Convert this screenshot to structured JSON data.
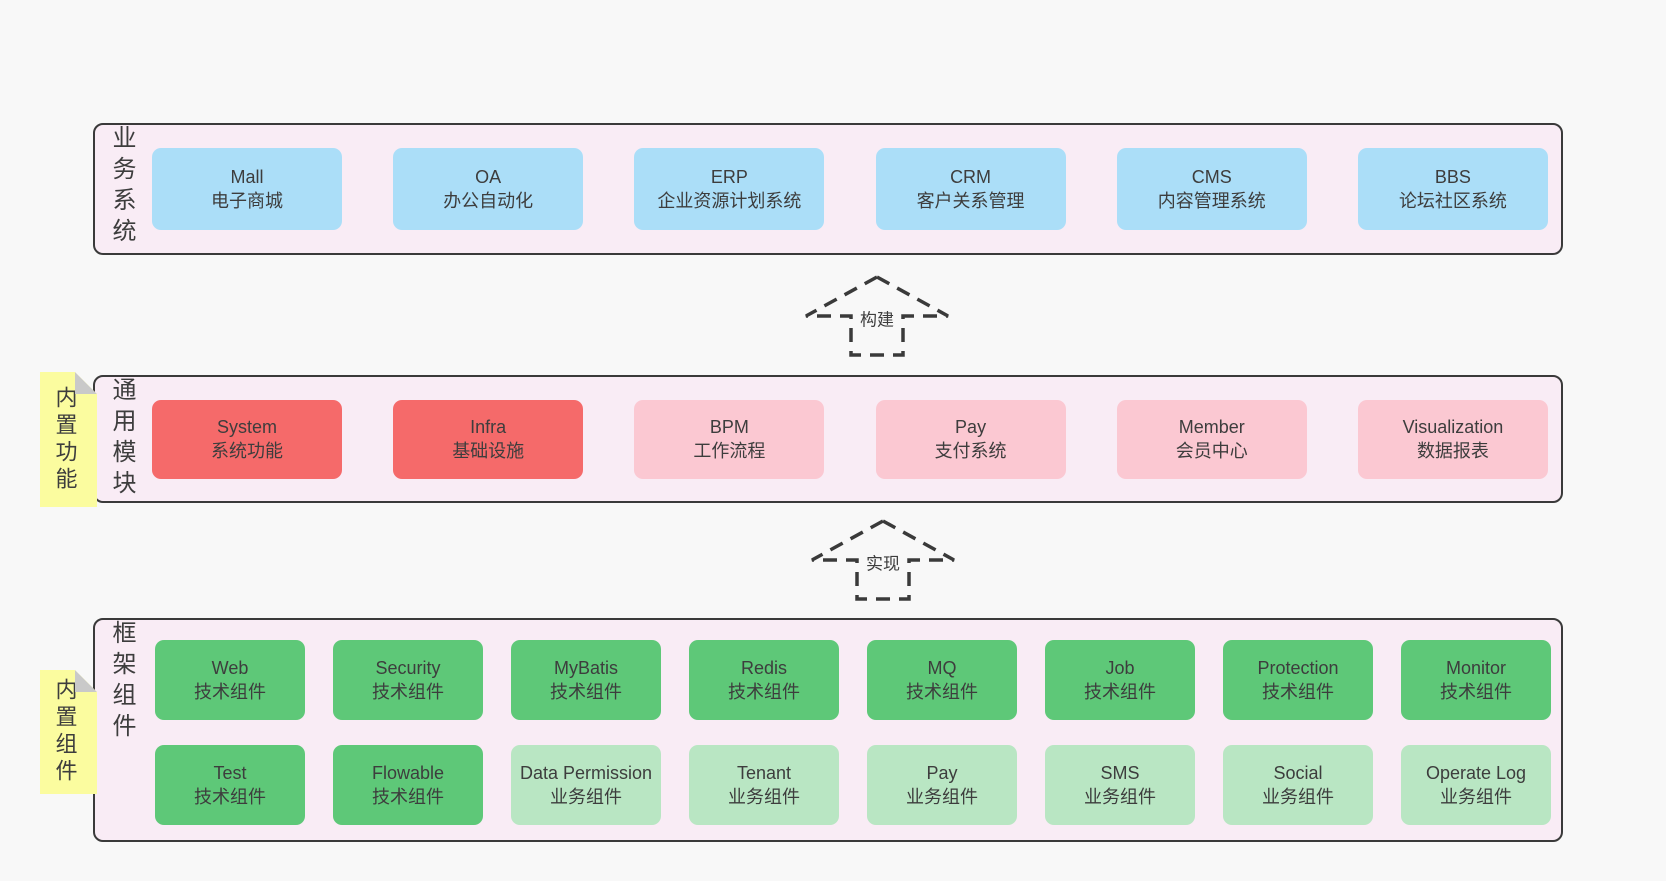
{
  "colors": {
    "page_bg": "#f8f8f8",
    "container_bg": "#f9ecf5",
    "container_border": "#3a3a3a",
    "blue": "#abdef8",
    "red": "#f56a6a",
    "pink": "#fbc8d2",
    "green": "#5ec878",
    "light_green": "#b9e6c3",
    "yellow": "#fbfc9f",
    "fold_gray": "#c9c9c9",
    "text": "#3d3d3d"
  },
  "layers": [
    {
      "label": "业务系统",
      "boxes": [
        {
          "name": "Mall",
          "desc": "电子商城"
        },
        {
          "name": "OA",
          "desc": "办公自动化"
        },
        {
          "name": "ERP",
          "desc": "企业资源计划系统"
        },
        {
          "name": "CRM",
          "desc": "客户关系管理"
        },
        {
          "name": "CMS",
          "desc": "内容管理系统"
        },
        {
          "name": "BBS",
          "desc": "论坛社区系统"
        }
      ]
    },
    {
      "label": "通用模块",
      "tab": "内置功能",
      "boxes": [
        {
          "name": "System",
          "desc": "系统功能"
        },
        {
          "name": "Infra",
          "desc": "基础设施"
        },
        {
          "name": "BPM",
          "desc": "工作流程"
        },
        {
          "name": "Pay",
          "desc": "支付系统"
        },
        {
          "name": "Member",
          "desc": "会员中心"
        },
        {
          "name": "Visualization",
          "desc": "数据报表"
        }
      ]
    },
    {
      "label": "框架组件",
      "tab": "内置组件",
      "rows": [
        [
          {
            "name": "Web",
            "desc": "技术组件"
          },
          {
            "name": "Security",
            "desc": "技术组件"
          },
          {
            "name": "MyBatis",
            "desc": "技术组件"
          },
          {
            "name": "Redis",
            "desc": "技术组件"
          },
          {
            "name": "MQ",
            "desc": "技术组件"
          },
          {
            "name": "Job",
            "desc": "技术组件"
          },
          {
            "name": "Protection",
            "desc": "技术组件"
          },
          {
            "name": "Monitor",
            "desc": "技术组件"
          }
        ],
        [
          {
            "name": "Test",
            "desc": "技术组件"
          },
          {
            "name": "Flowable",
            "desc": "技术组件"
          },
          {
            "name": "Data Permission",
            "desc": "业务组件"
          },
          {
            "name": "Tenant",
            "desc": "业务组件"
          },
          {
            "name": "Pay",
            "desc": "业务组件"
          },
          {
            "name": "SMS",
            "desc": "业务组件"
          },
          {
            "name": "Social",
            "desc": "业务组件"
          },
          {
            "name": "Operate Log",
            "desc": "业务组件"
          }
        ]
      ]
    }
  ],
  "arrows": [
    {
      "label": "构建"
    },
    {
      "label": "实现"
    }
  ]
}
